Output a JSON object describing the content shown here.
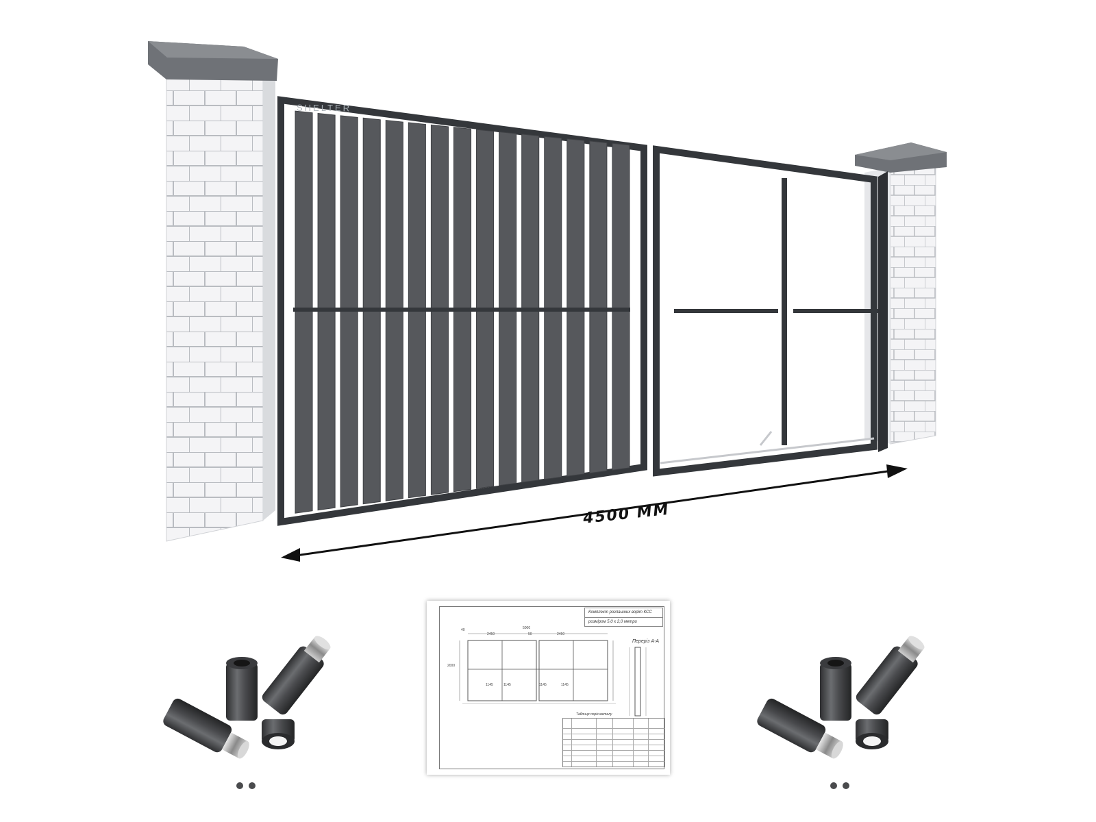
{
  "gate": {
    "brand": "SHELTER",
    "width_label": "4500 MM",
    "colors": {
      "panel": "#56585c",
      "frame": "#34373b",
      "brick": "#f4f4f6",
      "mortar": "#b9bcc1",
      "cap": "#6f7277"
    }
  },
  "drawing": {
    "title_line1": "Комплект розпашних воріт КСС",
    "title_line2": "розміром 5,0 х 2,0 метри",
    "section_label": "Переріз А-А",
    "table_title": "Таблиця поріз металу",
    "dimensions": [
      "5000",
      "2450",
      "2450",
      "40",
      "50",
      "1145",
      "1145",
      "1145",
      "1145",
      "2000"
    ]
  },
  "accessories": {
    "left": {
      "icon": "hinge-set-icon"
    },
    "right": {
      "icon": "hinge-set-icon"
    }
  }
}
